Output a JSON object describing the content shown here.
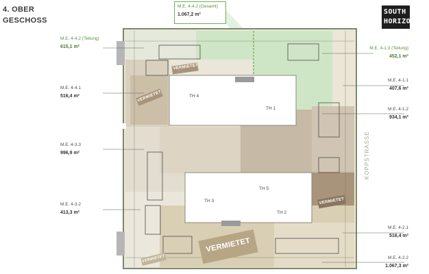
{
  "title": {
    "line1": "4. OBER",
    "line2": "GESCHOSS"
  },
  "logo": {
    "line1": "SOUTH",
    "line2": "HORIZON"
  },
  "street": "KOPPSTRASSE",
  "callout": {
    "name": "M.E. 4-4.2 (Gesamt)",
    "area": "1.067,2 m²"
  },
  "left_units": [
    {
      "name": "M.E. 4-4.2 (Teilung)",
      "area": "615,1 m²"
    },
    {
      "name": "M.E. 4-4.1",
      "area": "516,4 m²"
    },
    {
      "name": "M.E. 4-3.3",
      "area": "996,9 m²"
    },
    {
      "name": "M.E. 4-3.2",
      "area": "413,3 m²"
    }
  ],
  "right_units": [
    {
      "name": "M.E. 4-1.3 (Teilung)",
      "area": "452,1 m²"
    },
    {
      "name": "M.E. 4-1.1",
      "area": "407,6 m²"
    },
    {
      "name": "M.E. 4-1.2",
      "area": "934,1 m²"
    },
    {
      "name": "M.E. 4-2.1",
      "area": "516,4 m²"
    },
    {
      "name": "M.E. 4-2.2",
      "area": "1.067,3 m²"
    }
  ],
  "rooms": {
    "th1": "TH 1",
    "th2": "TH 2",
    "th3": "TH 3",
    "th4": "TH 4",
    "th5": "TH 5"
  },
  "stamps": {
    "s1": "VERMIETET",
    "s2": "VERMIETET",
    "s3": "VERMIETET",
    "s4": "VERMIETET",
    "s5": "VERMIETET"
  },
  "colors": {
    "green": "#cfe6c6",
    "tan": "#d8cfbb",
    "taupe": "#bcb1a0",
    "olive": "#aa9679",
    "cream": "#e9e3d3",
    "outline": "#7a8a68"
  }
}
